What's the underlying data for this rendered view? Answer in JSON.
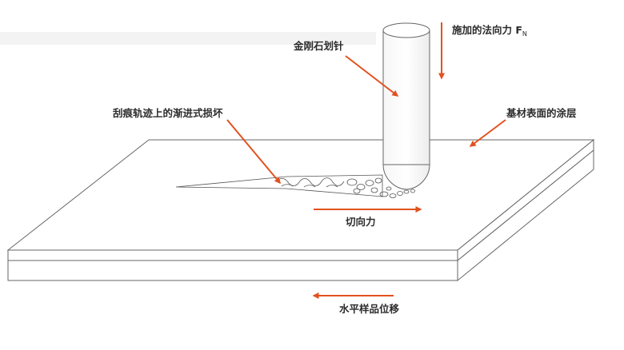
{
  "labels": {
    "normal_force": "施加的法向力 F",
    "normal_force_sub": "N",
    "diamond_stylus": "金刚石划针",
    "progressive_damage": "刮痕轨迹上的渐进式损坏",
    "substrate_coating": "基材表面的涂层",
    "tangential_force": "切向力",
    "horizontal_displacement": "水平样品位移"
  },
  "colors": {
    "arrow": "#e2511e",
    "outline": "#666666",
    "text": "#2b2b2b"
  }
}
